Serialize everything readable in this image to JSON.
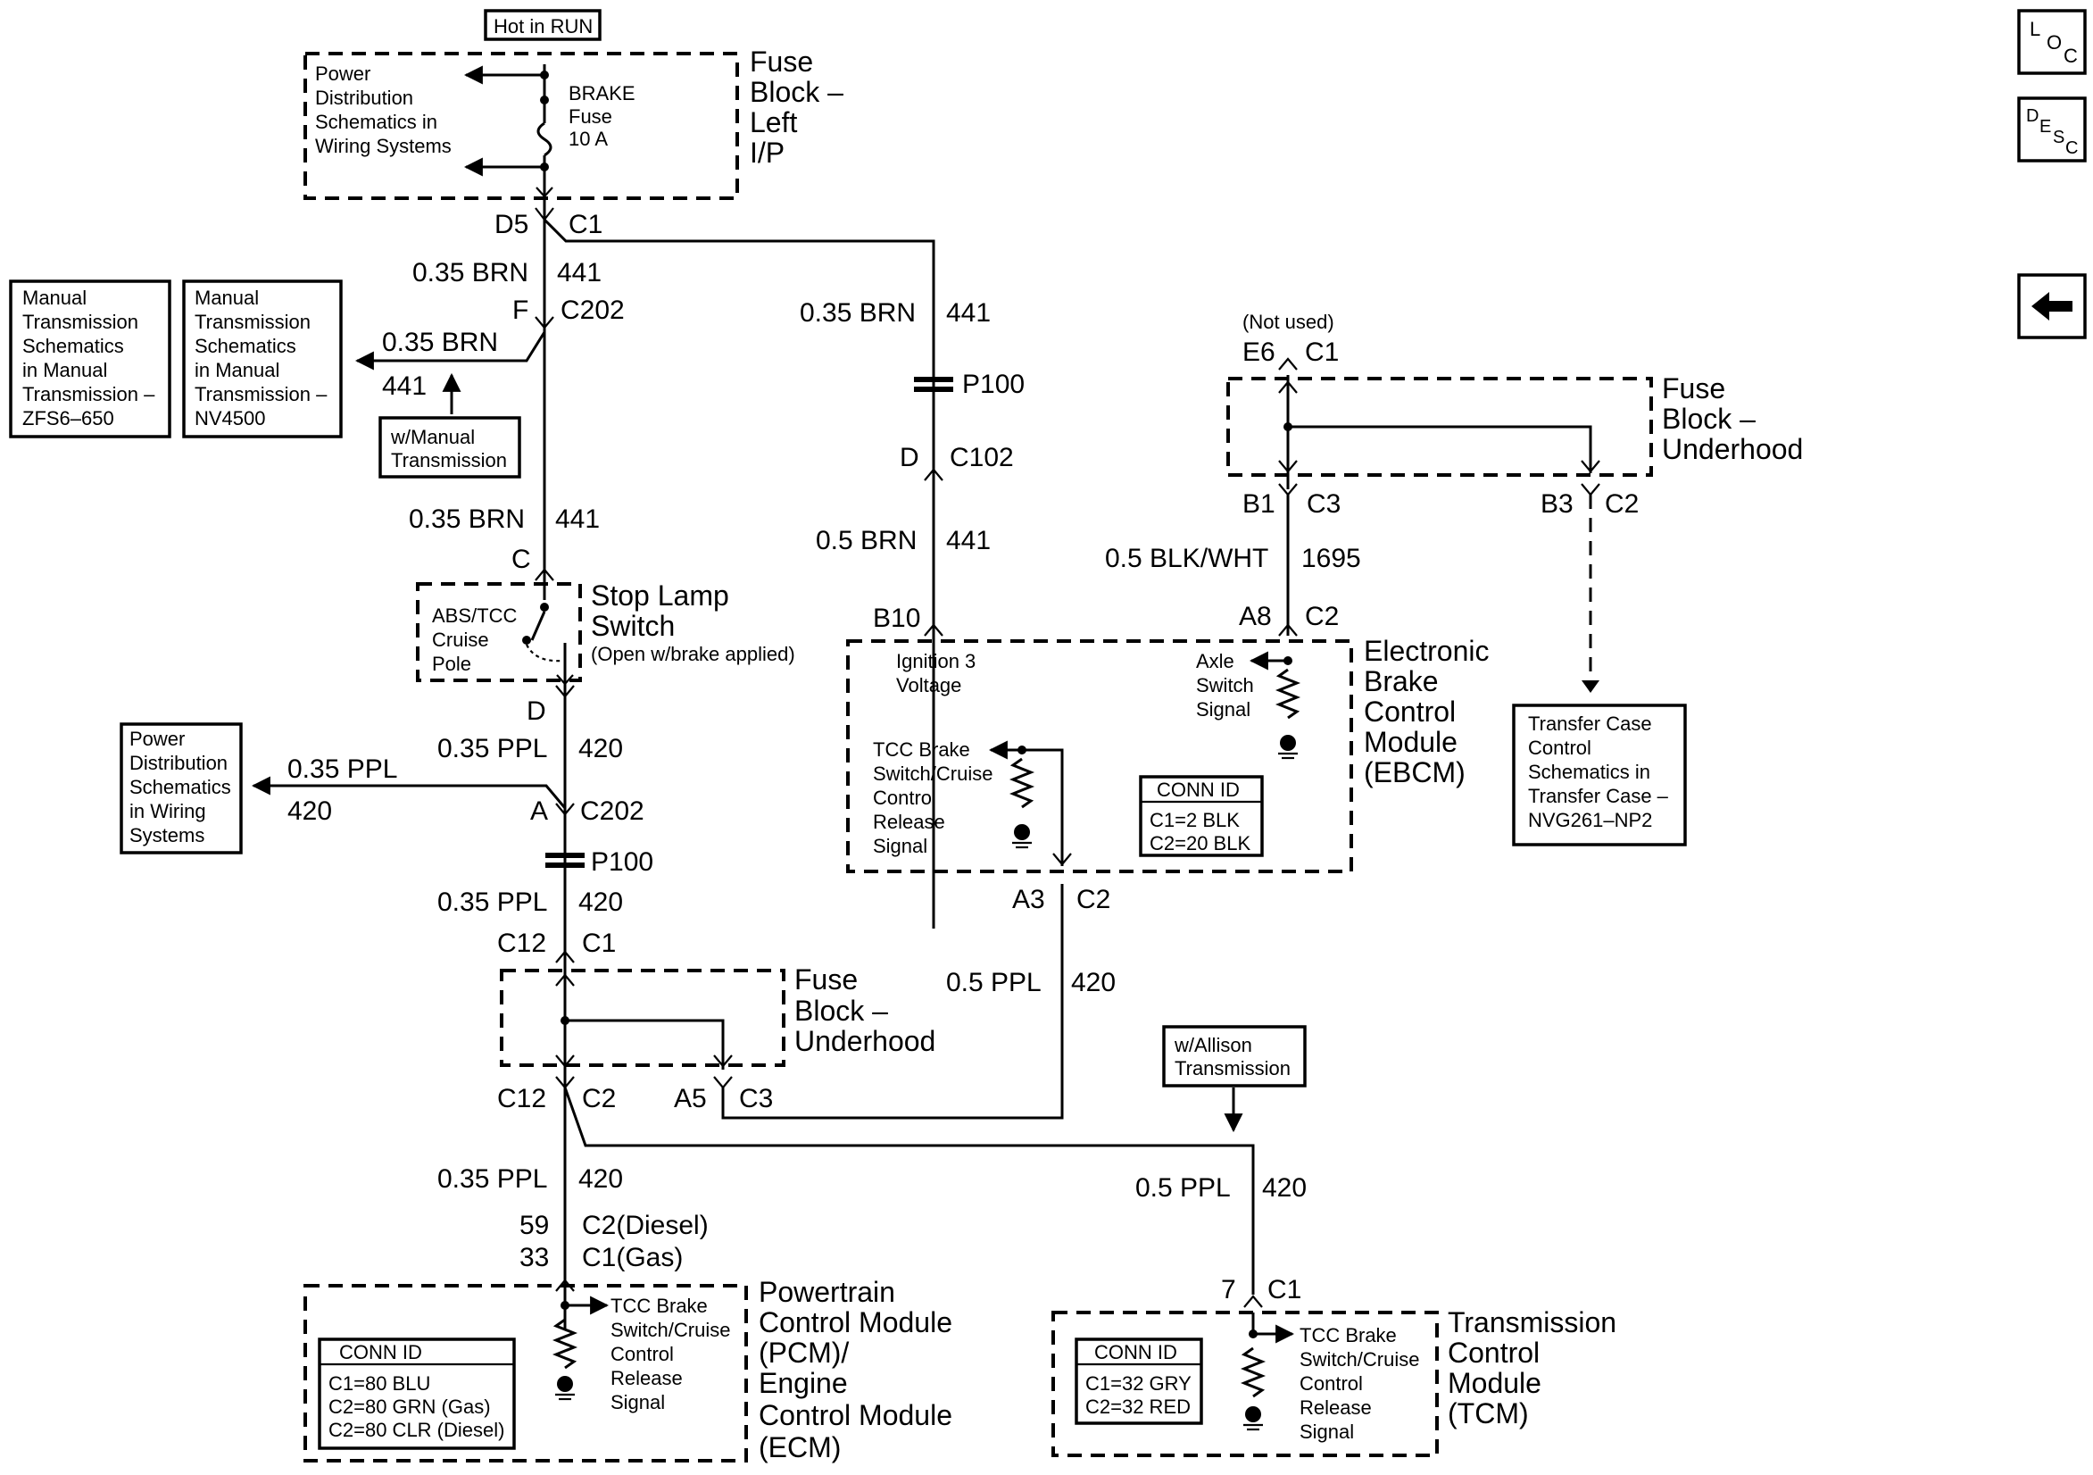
{
  "labels": {
    "hot_in_run": "Hot in RUN",
    "power_dist_1": [
      "Power",
      "Distribution",
      "Schematics in",
      "Wiring Systems"
    ],
    "brake_fuse": [
      "BRAKE",
      "Fuse",
      "10 A"
    ],
    "fuse_block_left": [
      "Fuse",
      "Block –",
      "Left",
      "I/P"
    ],
    "d5": "D5",
    "c1_top": "C1",
    "wire_035_brn": "0.35 BRN",
    "n441": "441",
    "f": "F",
    "c202": "C202",
    "manual_zfs": [
      "Manual",
      "Transmission",
      "Schematics",
      "in Manual",
      "Transmission –",
      "ZFS6–650"
    ],
    "manual_nv": [
      "Manual",
      "Transmission",
      "Schematics",
      "in Manual",
      "Transmission –",
      "NV4500"
    ],
    "w_manual": [
      "w/Manual",
      "Transmission"
    ],
    "p100": "P100",
    "c_lbl": "C",
    "stop_lamp": [
      "Stop Lamp",
      "Switch"
    ],
    "open_brake": "(Open w/brake applied)",
    "abs_tcc": [
      "ABS/TCC",
      "Cruise",
      "Pole"
    ],
    "d_lbl": "D",
    "wire_035_ppl": "0.35 PPL",
    "n420": "420",
    "a_lbl": "A",
    "power_dist_2": [
      "Power",
      "Distribution",
      "Schematics",
      "in Wiring",
      "Systems"
    ],
    "c12": "C12",
    "c1": "C1",
    "c2": "C2",
    "c3": "C3",
    "fuse_block_under": [
      "Fuse",
      "Block –",
      "Underhood"
    ],
    "a5": "A5",
    "n59": "59",
    "c2_diesel": "C2(Diesel)",
    "n33": "33",
    "c1_gas": "C1(Gas)",
    "pcm_tcc": [
      "TCC Brake",
      "Switch/Cruise",
      "Control",
      "Release",
      "Signal"
    ],
    "pcm_name": [
      "Powertrain",
      "Control Module",
      "(PCM)/",
      "Engine",
      "Control Module",
      "(ECM)"
    ],
    "conn_id": "CONN ID",
    "pcm_conn": [
      "C1=80 BLU",
      "C2=80 GRN (Gas)",
      "C2=80 CLR (Diesel)"
    ],
    "d_c102": "D",
    "c102": "C102",
    "wire_05_brn": "0.5 BRN",
    "b10": "B10",
    "ign3": [
      "Ignition 3",
      "Voltage"
    ],
    "ebcm_tcc": [
      "TCC Brake",
      "Switch/Cruise",
      "Control",
      "Release",
      "Signal"
    ],
    "axle": [
      "Axle",
      "Switch",
      "Signal"
    ],
    "ebcm_conn": [
      "C1=2 BLK",
      "C2=20 BLK"
    ],
    "ebcm_name": [
      "Electronic",
      "Brake",
      "Control",
      "Module",
      "(EBCM)"
    ],
    "a3": "A3",
    "wire_05_ppl": "0.5 PPL",
    "a8": "A8",
    "not_used": "(Not used)",
    "e6": "E6",
    "b1": "B1",
    "b3": "B3",
    "wire_05_blkwht": "0.5 BLK/WHT",
    "n1695": "1695",
    "transfer": [
      "Transfer Case",
      "Control",
      "Schematics in",
      "Transfer Case –",
      "NVG261–NP2"
    ],
    "w_allison": [
      "w/Allison",
      "Transmission"
    ],
    "n7": "7",
    "tcm_tcc": [
      "TCC Brake",
      "Switch/Cruise",
      "Control",
      "Release",
      "Signal"
    ],
    "tcm_conn": [
      "C1=32 GRY",
      "C2=32 RED"
    ],
    "tcm_name": [
      "Transmission",
      "Control",
      "Module",
      "(TCM)"
    ]
  },
  "side_buttons": {
    "loc": [
      "L",
      "O",
      "C"
    ],
    "desc": [
      "D",
      "E",
      "S",
      "C"
    ],
    "back_icon": "left-arrow-icon"
  }
}
